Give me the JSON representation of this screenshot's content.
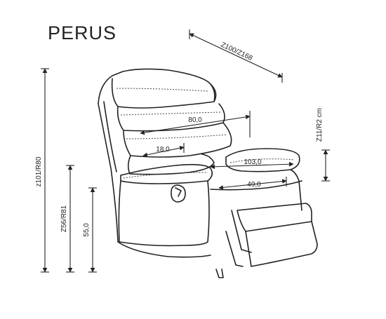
{
  "product": {
    "name": "PERUS"
  },
  "dimensions": {
    "depth": "Z100/Z168",
    "total_height": "z101/R80",
    "seat_height": "Z56/R81",
    "leg_height": "55,0",
    "inner_height": "Z11/R2 cm",
    "back_width": "80,0",
    "head_width": "18,0",
    "seat_depth": "103,0",
    "seat_width": "49,0"
  },
  "colors": {
    "line": "#222222",
    "dashed": "#444444",
    "background": "#ffffff"
  }
}
